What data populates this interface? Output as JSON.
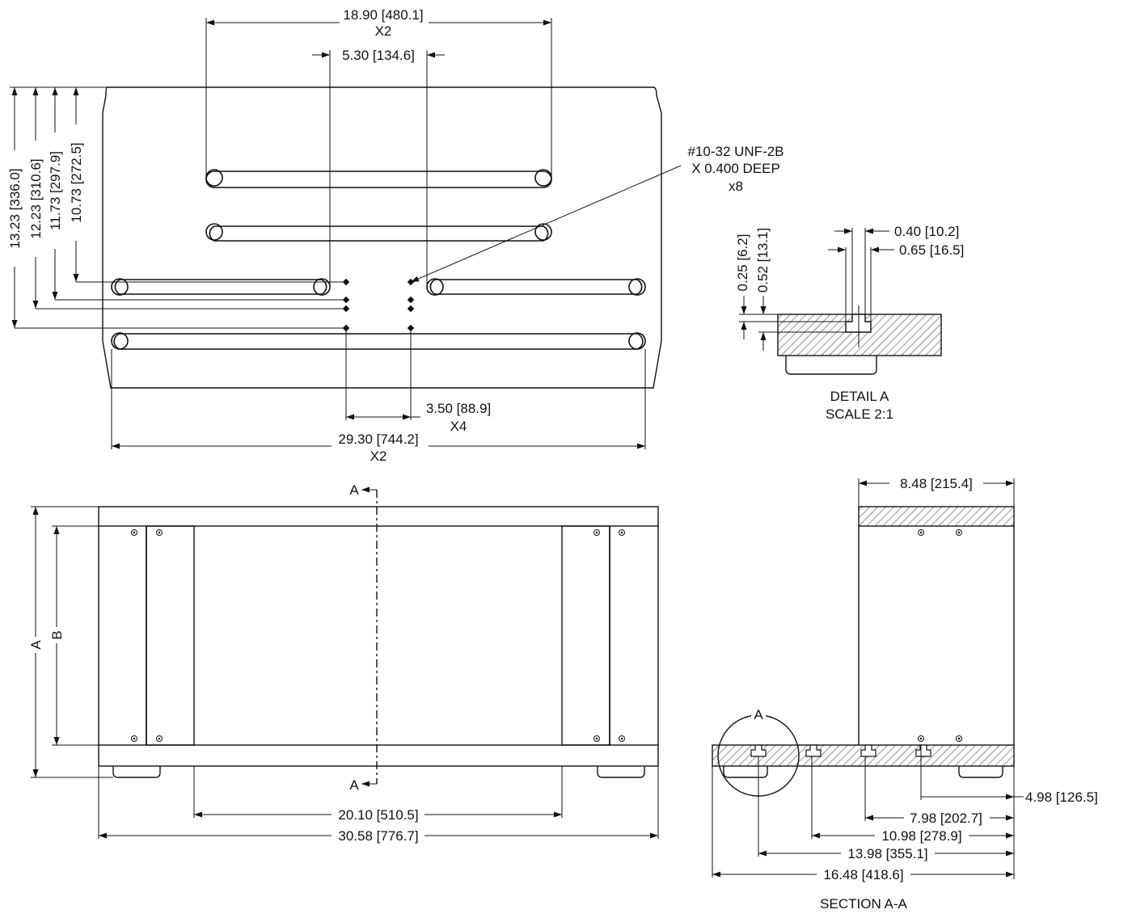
{
  "top_view": {
    "dim_slot_length": "18.90 [480.1]",
    "dim_slot_length_qty": "X2",
    "dim_slot_gap": "5.30 [134.6]",
    "dim_v1": "13.23 [336.0]",
    "dim_v2": "12.23 [310.6]",
    "dim_v3": "11.73 [297.9]",
    "dim_v4": "10.73 [272.5]",
    "thread_note_line1": "#10-32 UNF-2B",
    "thread_note_line2": "X 0.400 DEEP",
    "thread_note_line3": "x8",
    "dim_hole_spacing": "3.50 [88.9]",
    "dim_hole_spacing_qty": "X4",
    "dim_overall_slot": "29.30 [744.2]",
    "dim_overall_slot_qty": "X2"
  },
  "detail_a": {
    "dim_slot_width": "0.40 [10.2]",
    "dim_head_width": "0.65 [16.5]",
    "dim_slot_depth": "0.25 [6.2]",
    "dim_total_depth": "0.52 [13.1]",
    "title": "DETAIL A",
    "scale": "SCALE 2:1"
  },
  "front_view": {
    "section_marker_top": "A",
    "section_marker_bottom": "A",
    "dim_height_a": "A",
    "dim_height_b": "B",
    "dim_inner_width": "20.10 [510.5]",
    "dim_overall_width": "30.58 [776.7]"
  },
  "section_view": {
    "dim_top_width": "8.48 [215.4]",
    "detail_callout": "A",
    "dim_foot_offset": "4.98 [126.5]",
    "dim_slot1": "7.98 [202.7]",
    "dim_slot2": "10.98 [278.9]",
    "dim_slot3": "13.98 [355.1]",
    "dim_overall": "16.48 [418.6]",
    "title": "SECTION A-A"
  }
}
